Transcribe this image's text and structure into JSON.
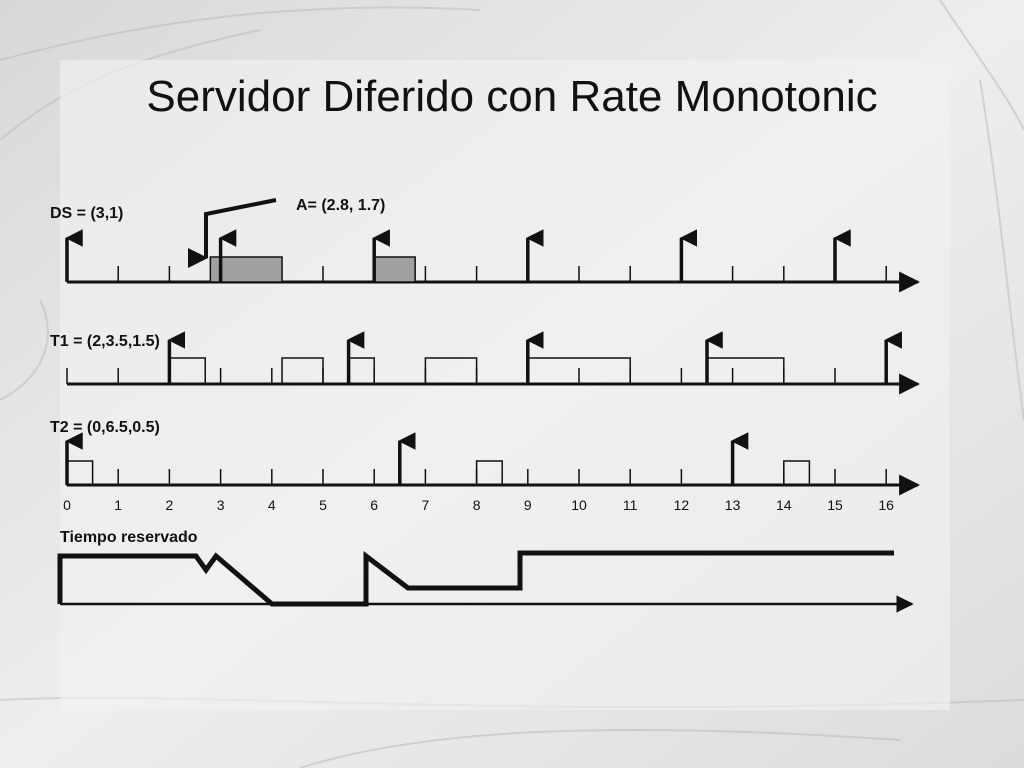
{
  "slide": {
    "title": "Servidor Diferido con Rate Monotonic"
  },
  "ds": {
    "label": "DS = (3,1)",
    "arrival_label": "A=  (2.8, 1.7)",
    "activations": [
      0,
      3,
      6,
      9,
      12,
      15
    ],
    "executions": [
      [
        2.8,
        4.2
      ],
      [
        6,
        6.8
      ]
    ]
  },
  "t1": {
    "label": "T1 = (2,3.5,1.5)",
    "activations": [
      2,
      5.5,
      9,
      12.5,
      16
    ],
    "executions": [
      [
        2,
        2.7
      ],
      [
        4.2,
        5
      ],
      [
        5.5,
        6
      ],
      [
        7,
        8
      ],
      [
        9,
        11
      ],
      [
        12.5,
        14
      ]
    ]
  },
  "t2": {
    "label": "T2 = (0,6.5,0.5)",
    "activations": [
      0,
      6.5,
      13
    ],
    "executions": [
      [
        0,
        0.5
      ],
      [
        8,
        8.5
      ],
      [
        14,
        14.5
      ]
    ]
  },
  "time_axis": {
    "ticks": [
      "0",
      "1",
      "2",
      "3",
      "4",
      "5",
      "6",
      "7",
      "8",
      "9",
      "10",
      "11",
      "12",
      "13",
      "14",
      "15",
      "16"
    ]
  },
  "budget": {
    "label": "Tiempo reservado"
  },
  "colors": {
    "ds_execution_fill": "#a0a0a0",
    "line": "#111111",
    "background": "#ebebeb"
  }
}
